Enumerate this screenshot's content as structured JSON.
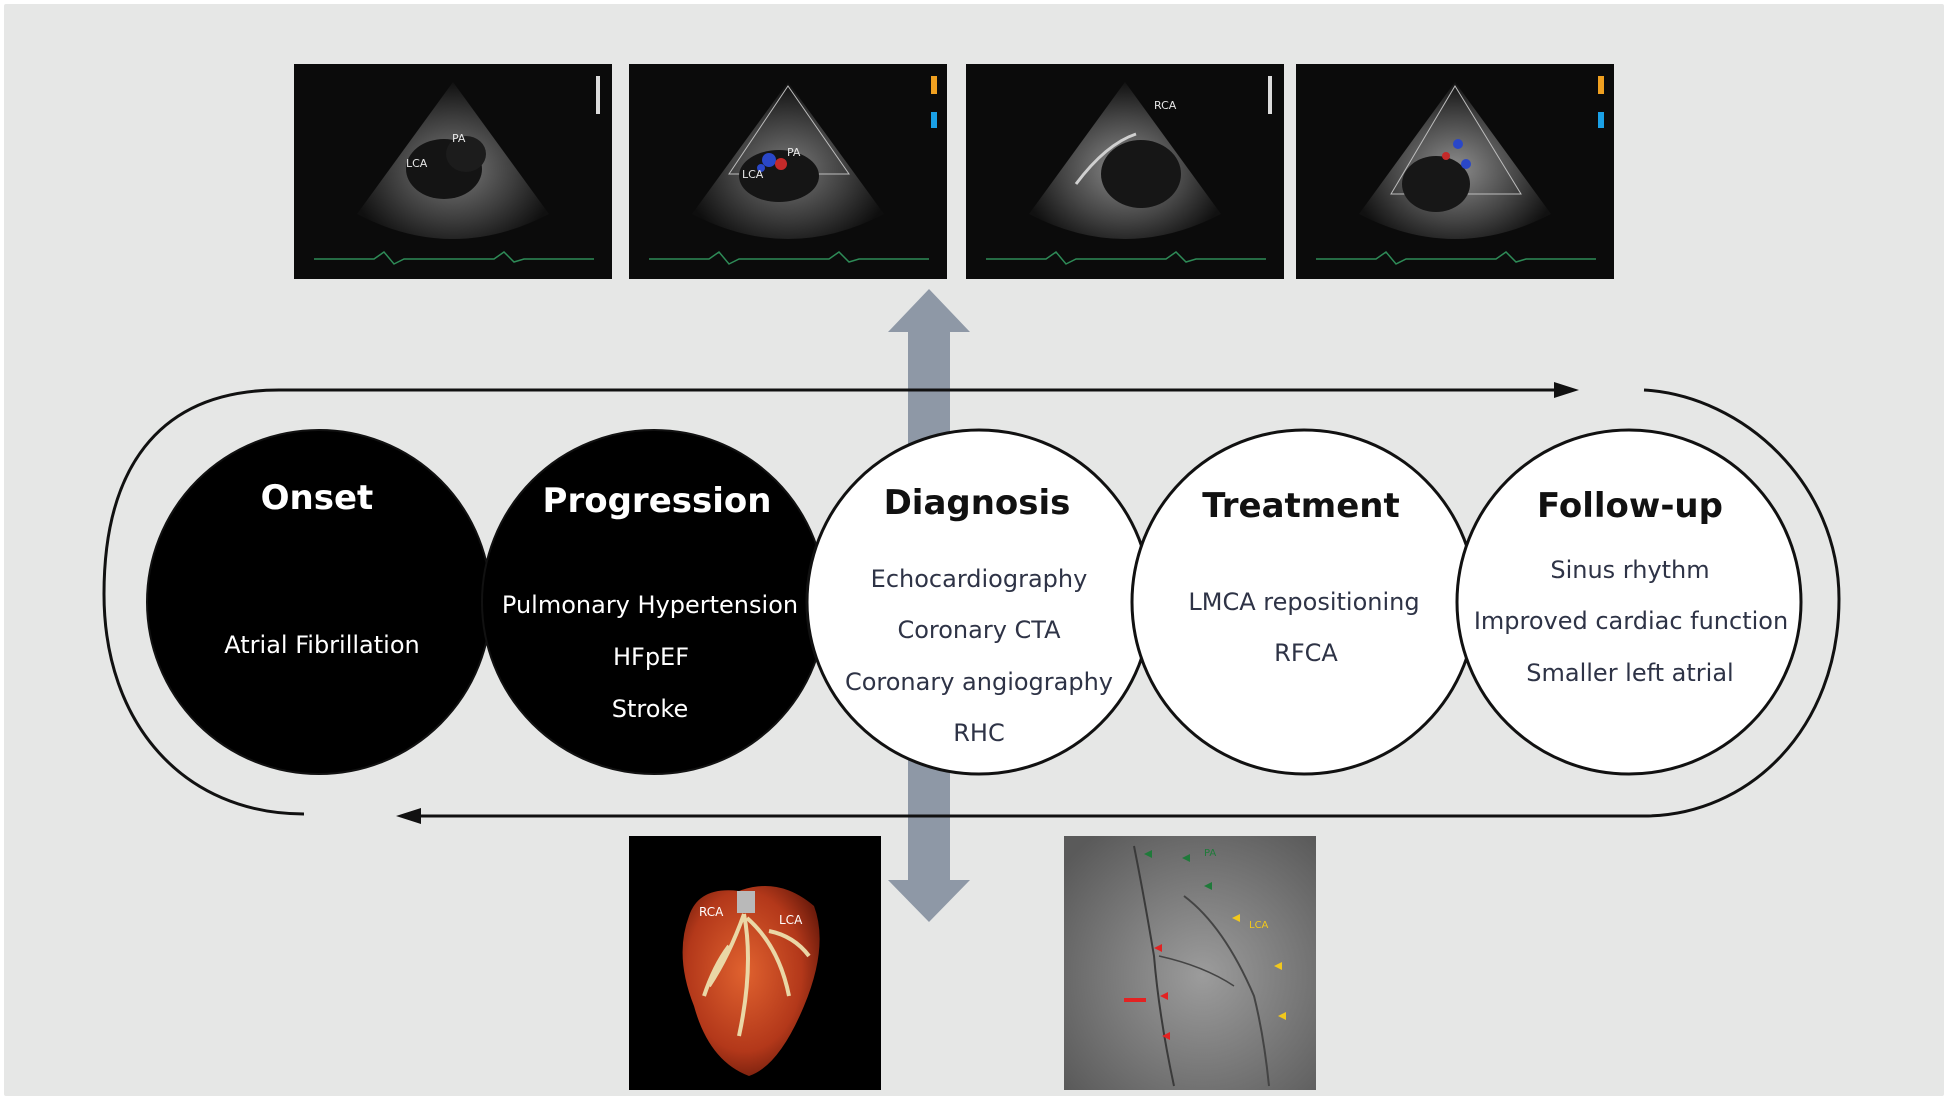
{
  "stages": [
    {
      "title": "Onset",
      "items": [
        "Atrial Fibrillation"
      ],
      "fill": "#000000",
      "text_color": "#ffffff"
    },
    {
      "title": "Progression",
      "items": [
        "Pulmonary Hypertension",
        "HFpEF",
        "Stroke"
      ],
      "fill": "#000000",
      "text_color": "#ffffff"
    },
    {
      "title": "Diagnosis",
      "items": [
        "Echocardiography",
        "Coronary CTA",
        "Coronary angiography",
        "RHC"
      ],
      "fill": "#ffffff",
      "text_color": "#2e3346"
    },
    {
      "title": "Treatment",
      "items": [
        "LMCA repositioning",
        "RFCA"
      ],
      "fill": "#ffffff",
      "text_color": "#2e3346"
    },
    {
      "title": "Follow-up",
      "items": [
        "Sinus rhythm",
        "Improved cardiac function",
        "Smaller left atrial"
      ],
      "fill": "#ffffff",
      "text_color": "#2e3346"
    }
  ],
  "echo_labels": {
    "panel1": [
      "PA",
      "LCA"
    ],
    "panel2": [
      "PA",
      "LCA"
    ],
    "panel3": [
      "RCA"
    ]
  },
  "cta_labels": [
    "RCA",
    "LCA"
  ],
  "angio_labels": [
    "PA",
    "LCA"
  ],
  "colors": {
    "background": "#e6e7e6",
    "connector_arrow": "#8e98a6",
    "flow_line": "#111111",
    "heart": "#c3421f",
    "angio_marker_red": "#e32222",
    "angio_marker_yellow": "#f2c81c",
    "angio_marker_green": "#1f7a3a"
  }
}
